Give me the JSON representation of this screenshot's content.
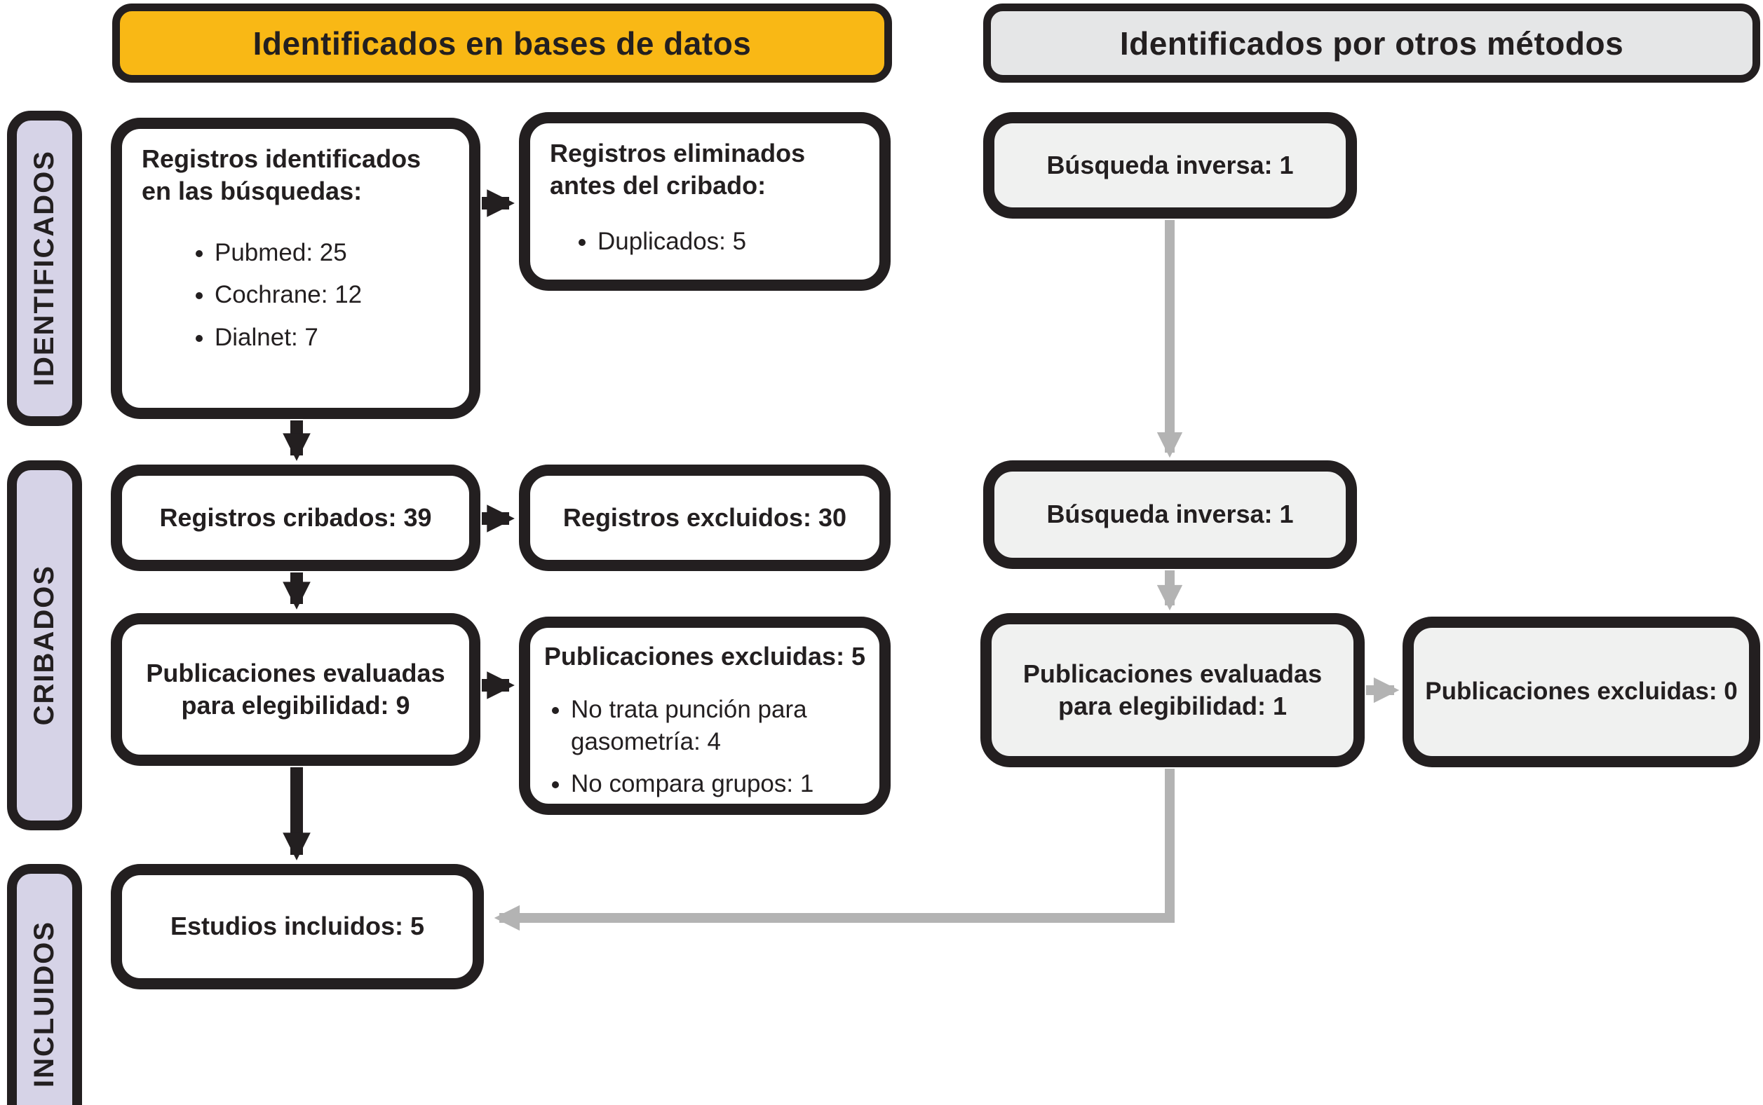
{
  "headers": {
    "left": {
      "label": "Identificados en bases de datos"
    },
    "right": {
      "label": "Identificados por otros métodos"
    }
  },
  "sidebar": {
    "items": [
      {
        "label": "IDENTIFICADOS"
      },
      {
        "label": "CRIBADOS"
      },
      {
        "label": "INCLUIDOS"
      }
    ]
  },
  "left_column": {
    "identified_box": {
      "title": "Registros identificados en las búsquedas:",
      "bullets": [
        "Pubmed: 25",
        "Cochrane: 12",
        "Dialnet: 7"
      ]
    },
    "removed_box": {
      "title": "Registros eliminados antes del cribado:",
      "bullets": [
        "Duplicados: 5"
      ]
    },
    "screened_box": {
      "label": "Registros cribados: 39"
    },
    "excluded_records_box": {
      "label": "Registros excluidos: 30"
    },
    "assessed_box": {
      "label": "Publicaciones evaluadas para elegibilidad: 9"
    },
    "excluded_pubs_box": {
      "title": "Publicaciones excluidas: 5",
      "bullets": [
        "No trata punción para gasometría: 4",
        "No compara grupos: 1"
      ]
    },
    "included_box": {
      "label": "Estudios incluidos: 5"
    }
  },
  "right_column": {
    "reverse_search_1": {
      "label": "Búsqueda inversa: 1"
    },
    "reverse_search_2": {
      "label": "Búsqueda inversa: 1"
    },
    "assessed_box": {
      "label": "Publicaciones evaluadas para elegibilidad: 1"
    },
    "excluded_box": {
      "label": "Publicaciones excluidas: 0"
    }
  },
  "colors": {
    "ink": "#231F20",
    "yellow": "#F9B815",
    "headergray": "#E5E6E7",
    "panel": "#F0F1F0",
    "lavender": "#D6D3E7",
    "arrowgray": "#B3B3B3"
  }
}
